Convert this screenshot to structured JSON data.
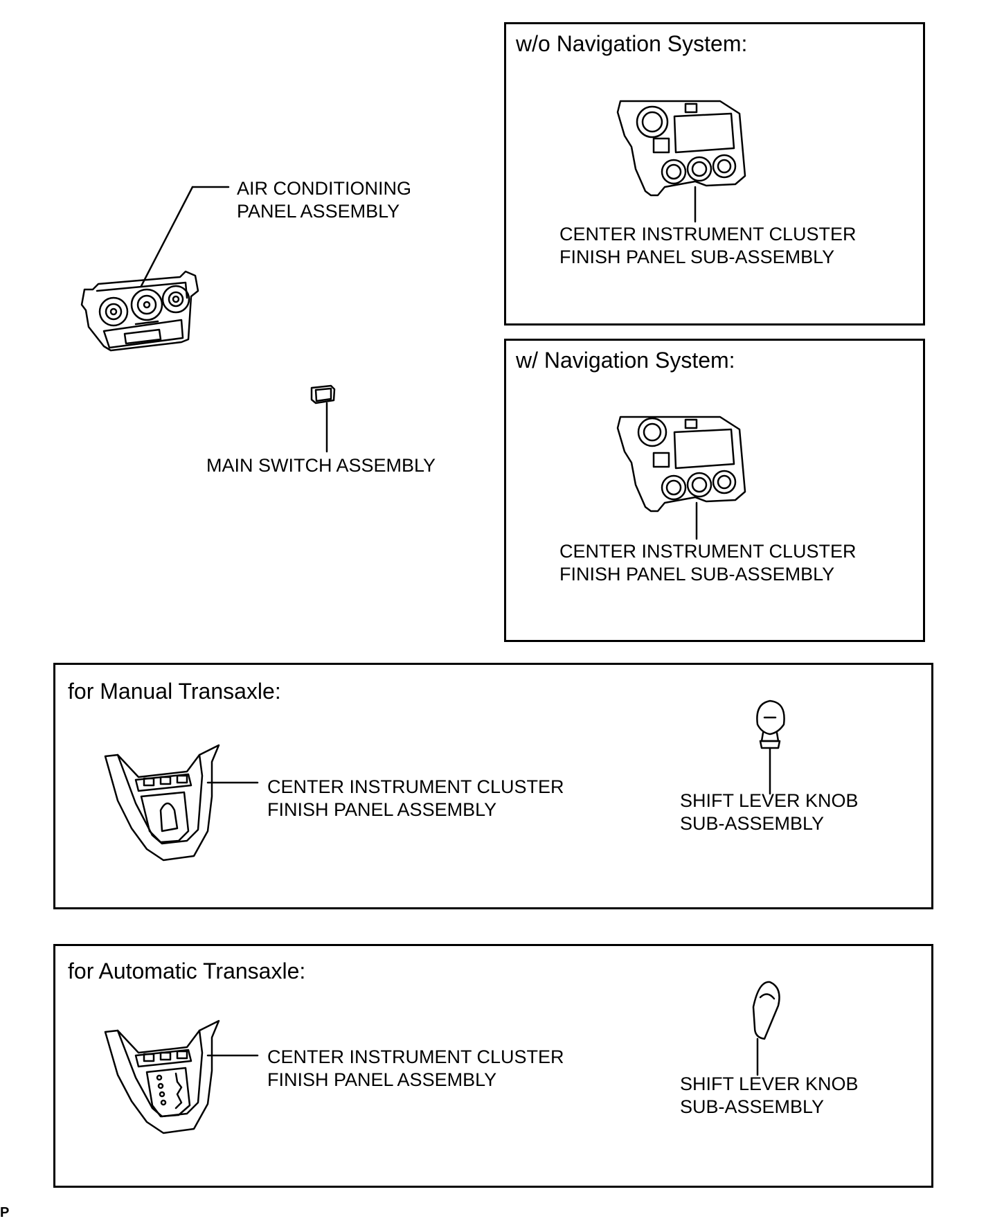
{
  "parts": {
    "ac_panel": {
      "line1": "AIR CONDITIONING",
      "line2": "PANEL ASSEMBLY"
    },
    "main_switch": {
      "line1": "MAIN SWITCH ASSEMBLY"
    }
  },
  "boxes": {
    "wo_nav": {
      "title": "w/o Navigation System:",
      "label_line1": "CENTER INSTRUMENT CLUSTER",
      "label_line2": "FINISH PANEL SUB-ASSEMBLY"
    },
    "w_nav": {
      "title": "w/ Navigation System:",
      "label_line1": "CENTER INSTRUMENT CLUSTER",
      "label_line2": "FINISH PANEL SUB-ASSEMBLY"
    },
    "manual": {
      "title": "for Manual Transaxle:",
      "panel_line1": "CENTER INSTRUMENT CLUSTER",
      "panel_line2": "FINISH PANEL ASSEMBLY",
      "knob_line1": "SHIFT LEVER KNOB",
      "knob_line2": "SUB-ASSEMBLY"
    },
    "automatic": {
      "title": "for Automatic Transaxle:",
      "panel_line1": "CENTER INSTRUMENT CLUSTER",
      "panel_line2": "FINISH PANEL ASSEMBLY",
      "knob_line1": "SHIFT LEVER KNOB",
      "knob_line2": "SUB-ASSEMBLY"
    }
  },
  "corner_mark": "P"
}
